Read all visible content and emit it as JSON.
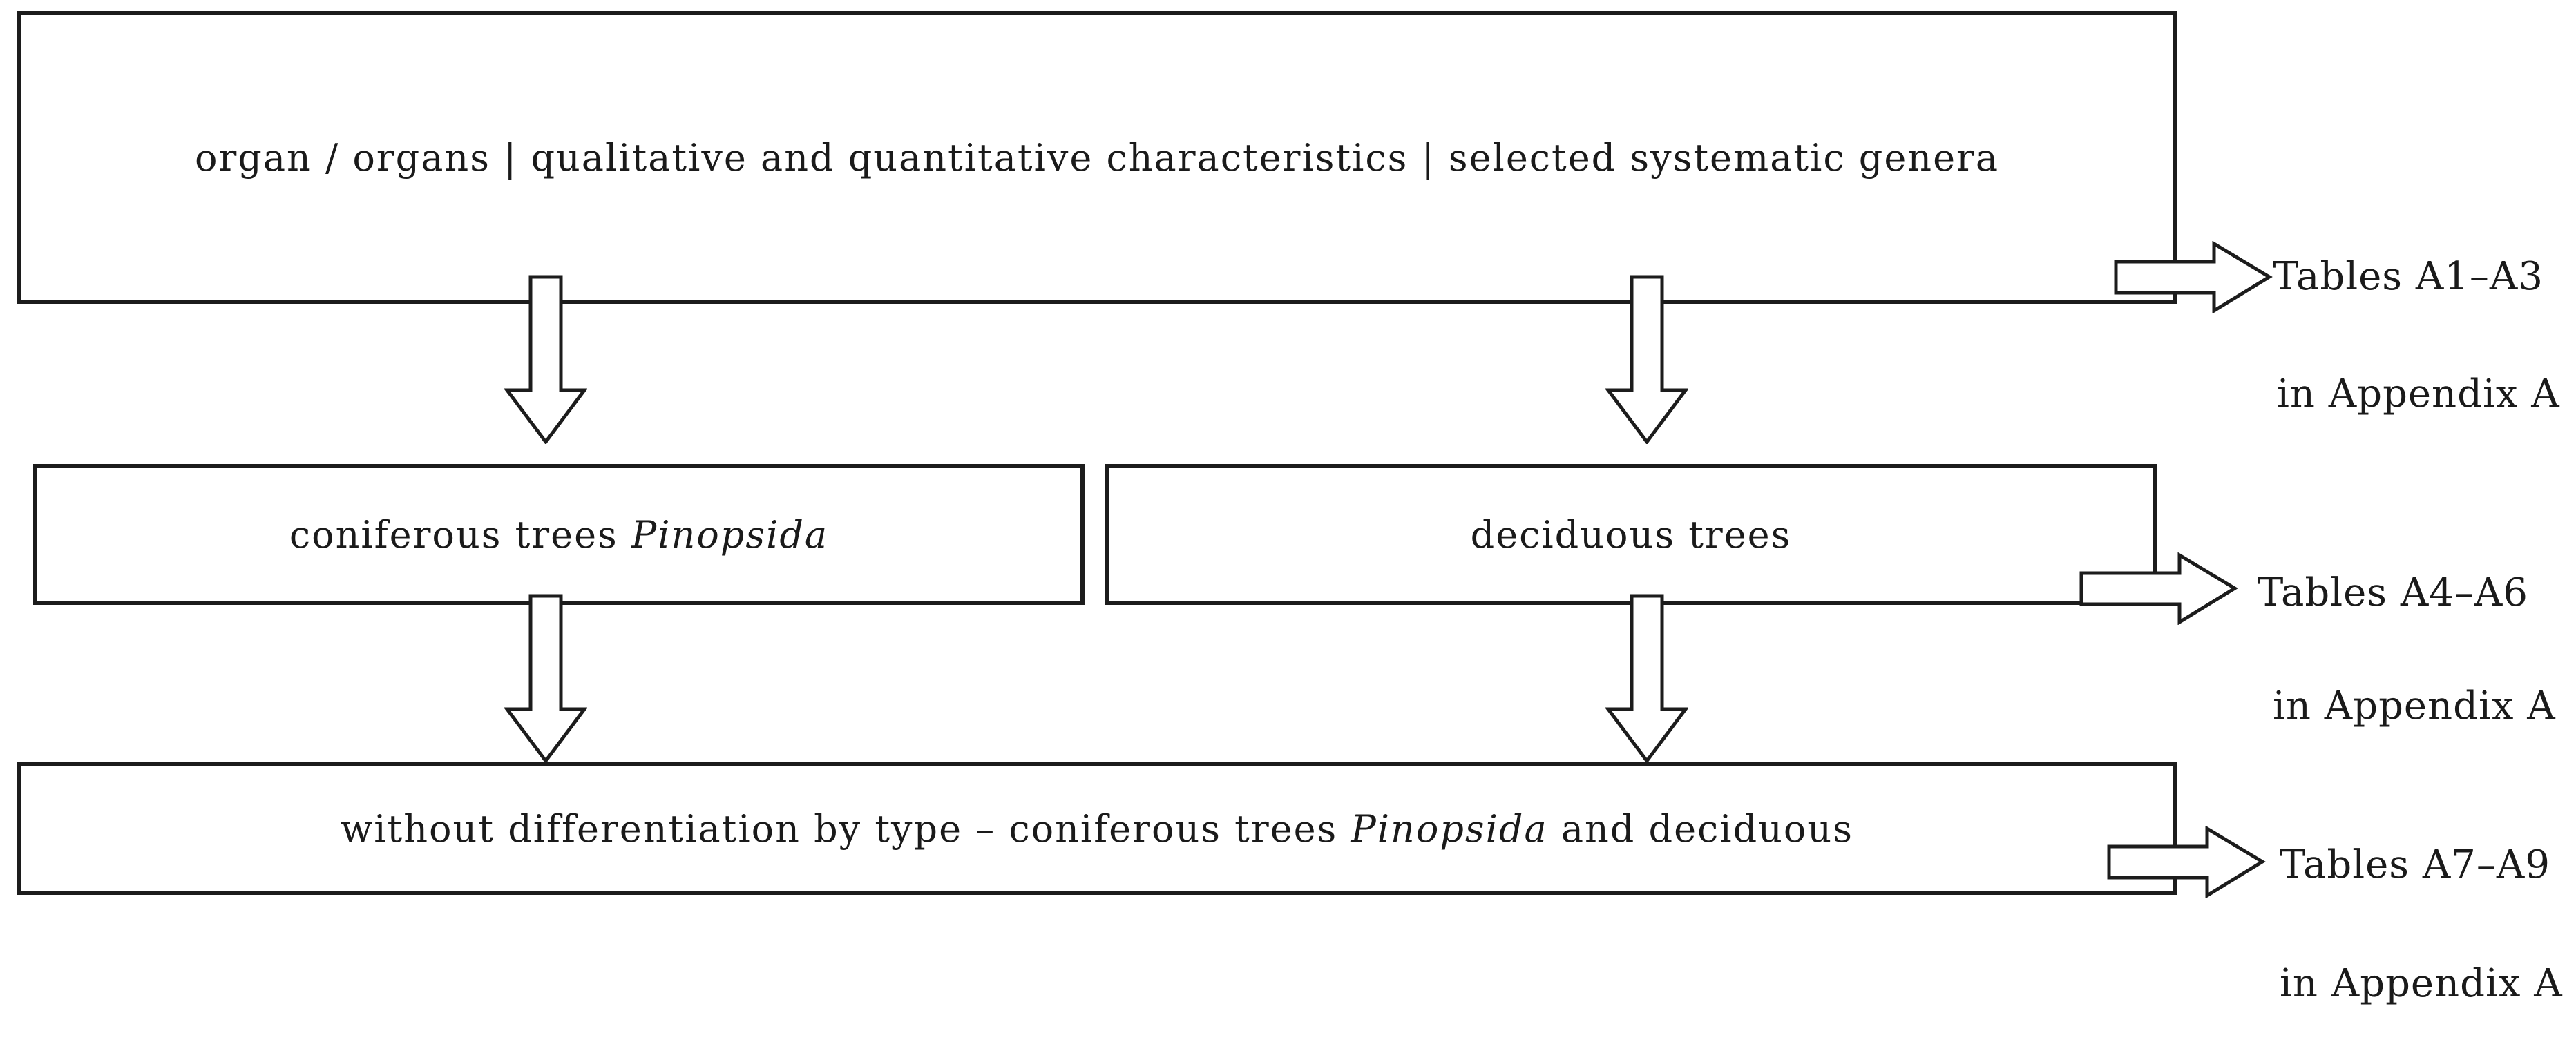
{
  "figure": {
    "background_color": "#ffffff",
    "line_color": "#1c1c1c",
    "boxes": {
      "top": {
        "text": "organ / organs | qualitative and quantitative characteristics | selected systematic genera"
      },
      "middle_left": {
        "text": "coniferous trees ",
        "italic": "Pinopsida"
      },
      "middle_right": {
        "text": "deciduous trees"
      },
      "bottom": {
        "text": "without differentiation by type – coniferous trees ",
        "italic": "Pinopsida",
        "text_after": " and deciduous"
      }
    },
    "callouts": [
      {
        "line1": "Tables A1–A3",
        "line2": "in Appendix A"
      },
      {
        "line1": "Tables A4–A6",
        "line2": "in Appendix A"
      },
      {
        "line1": "Tables A7–A9",
        "line2": "in Appendix A"
      }
    ],
    "icons": {
      "down_arrow": "down-block-arrow-icon",
      "right_arrow": "right-block-arrow-icon"
    }
  }
}
